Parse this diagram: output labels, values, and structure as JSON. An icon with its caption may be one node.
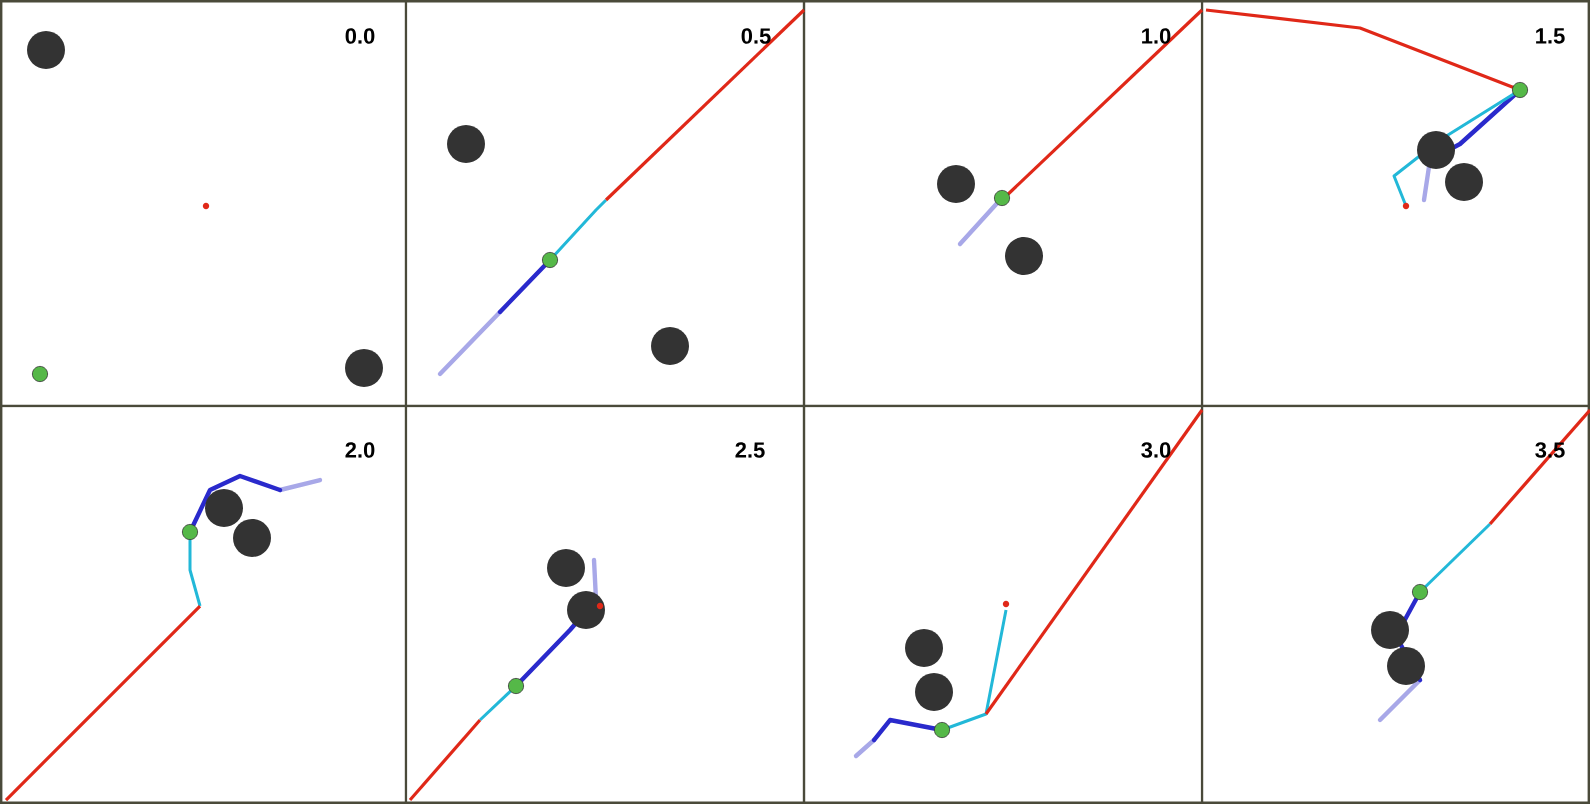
{
  "diagram": {
    "labels": [
      "0.0",
      "0.5",
      "1.0",
      "1.5",
      "2.0",
      "2.5",
      "3.0",
      "3.5"
    ]
  }
}
